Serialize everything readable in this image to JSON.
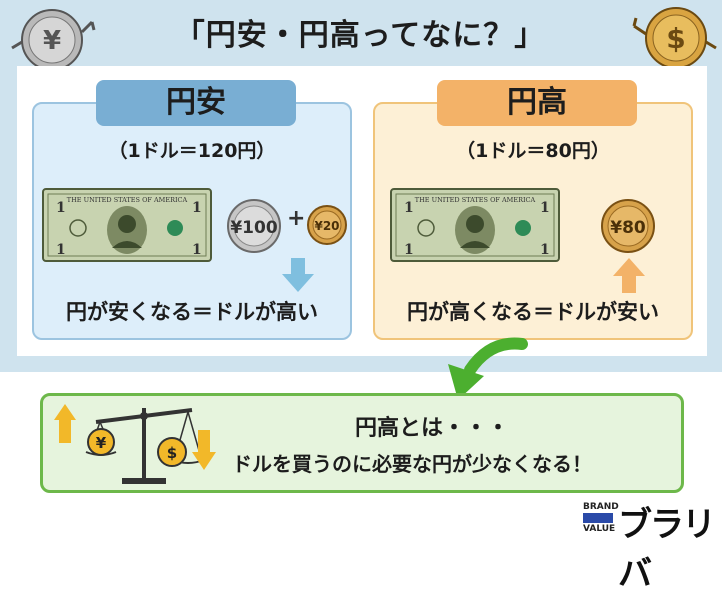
{
  "title": "「円安・円高ってなに？」",
  "left": {
    "heading": "円安",
    "rate": "（1ドル＝120円）",
    "bill_text": "THE UNITED STATES OF AMERICA",
    "bill_denom": "1",
    "coin1": "¥100",
    "coin2": "¥20",
    "plus": "+",
    "caption": "円が安くなる＝ドルが高い"
  },
  "right": {
    "heading": "円高",
    "rate": "（1ドル＝80円）",
    "bill_text": "THE UNITED STATES OF AMERICA",
    "bill_denom": "1",
    "coin": "¥80",
    "caption": "円が高くなる＝ドルが安い"
  },
  "bottom": {
    "line1": "円高とは・・・",
    "line2": "ドルを買うのに必要な円が少なくなる！",
    "yen_symbol": "¥",
    "dollar_symbol": "$"
  },
  "logo": {
    "line1": "BRAND",
    "line2": "VALUE",
    "text": "ブラリバ"
  },
  "characters": {
    "left_symbol": "¥",
    "right_symbol": "$"
  },
  "colors": {
    "background": "#cfe3ee",
    "left_panel": "#ddeefa",
    "left_tab": "#79aed3",
    "right_panel": "#fdf0d6",
    "right_tab": "#f3b268",
    "bottom_box": "#e6f4dd",
    "bottom_border": "#6db84a"
  }
}
